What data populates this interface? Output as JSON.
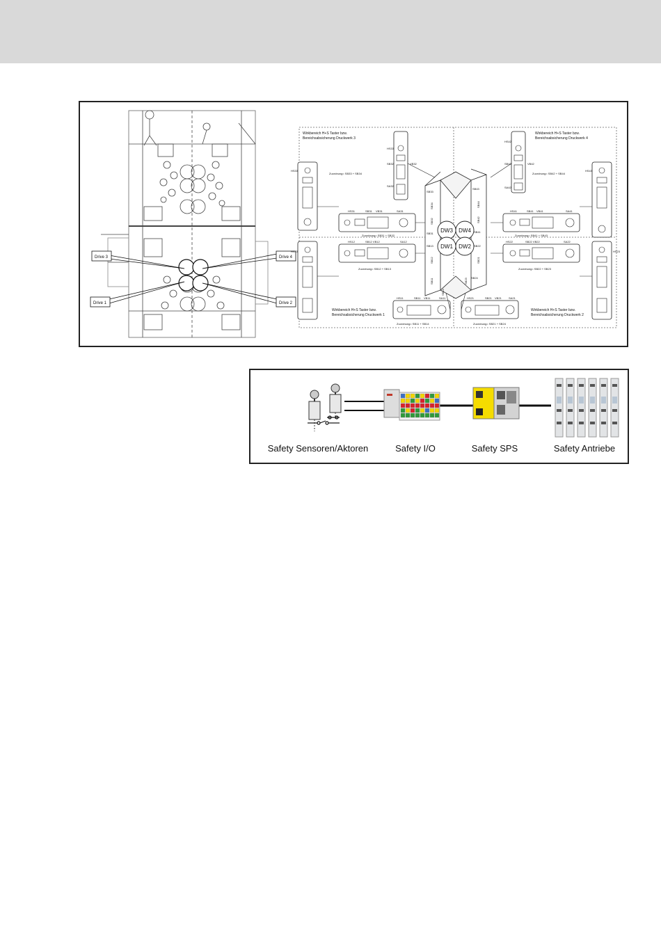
{
  "machine": {
    "drives": [
      "Drive 3",
      "Drive 4",
      "Drive 1",
      "Drive 2"
    ]
  },
  "zones": {
    "dw3": {
      "title_line1": "Wirkbereich H+S Taster bzw.",
      "title_line2": "Bereichsabsicherung Druckwerk 3",
      "assign_top": "Zuordnung= SB33 + SB34",
      "assign_bottom": "Zuordnung= SB31 + SB32",
      "side_code": "HS33",
      "panel_top": "HS33",
      "panel_mid": "SB32",
      "panel_right": "VB32",
      "panel_low": "SA32",
      "bar_codes": [
        "HS31",
        "SB31",
        "VB31",
        "SA31"
      ]
    },
    "dw4": {
      "title_line1": "Wirkbereich H+S Taster bzw.",
      "title_line2": "Bereichsabsicherung Druckwerk 4",
      "assign_top": "Zuordnung= SB42 + SB44",
      "assign_bottom": "Zuordnung= SB41 + SB43",
      "side_code": "HS43",
      "panel_top": "HS42",
      "panel_mid": "SB42",
      "panel_right": "VB42",
      "panel_low": "SA42",
      "bar_codes": [
        "HS41",
        "SB41",
        "VB41",
        "SA41"
      ]
    },
    "dw1": {
      "title_line1": "Wirkbereich H+S Taster bzw.",
      "title_line2": "Bereichsabsicherung Druckwerk 1",
      "assign_top": "Zuordnung= SB12 + SB13",
      "assign_bottom": "Zuordnung= SB11 + SB14",
      "side_code": "HS13",
      "bar_top_codes": [
        "HS12",
        "SB12 VB12",
        "SA12"
      ],
      "bar_codes": [
        "HS11",
        "SB11",
        "VB11",
        "SA11"
      ]
    },
    "dw2": {
      "title_line1": "Wirkbereich H+S Taster bzw.",
      "title_line2": "Bereichsabsicherung Druckwerk 2",
      "assign_top": "Zuordnung= SB22 + SB23",
      "assign_bottom": "Zuordnung= SB21 + SB24",
      "side_code": "HS23",
      "bar_top_codes": [
        "HS22",
        "SB22 VB22",
        "SA22"
      ],
      "bar_codes": [
        "HS21",
        "SB21",
        "VB21",
        "SA21"
      ]
    },
    "center": {
      "units": [
        "DW3",
        "DW4",
        "DW1",
        "DW2"
      ],
      "edge_labels": [
        "SB33",
        "SB34",
        "SB43",
        "SB44",
        "SB32",
        "SB31",
        "SB41",
        "SB42",
        "SB13",
        "SB12",
        "SB11",
        "SB14",
        "SB22",
        "SB21",
        "SB23",
        "SB24"
      ]
    }
  },
  "safety_chain": {
    "steps": [
      "Safety Sensoren/Aktoren",
      "Safety I/O",
      "Safety SPS",
      "Safety Antriebe"
    ]
  },
  "colors": {
    "header_band": "#d9d9d9",
    "io_yellow": "#f2d500",
    "io_red": "#d8222a",
    "io_green": "#2f9a3a",
    "io_blue": "#3a6fc4",
    "plc_yellow": "#f5dc00"
  }
}
